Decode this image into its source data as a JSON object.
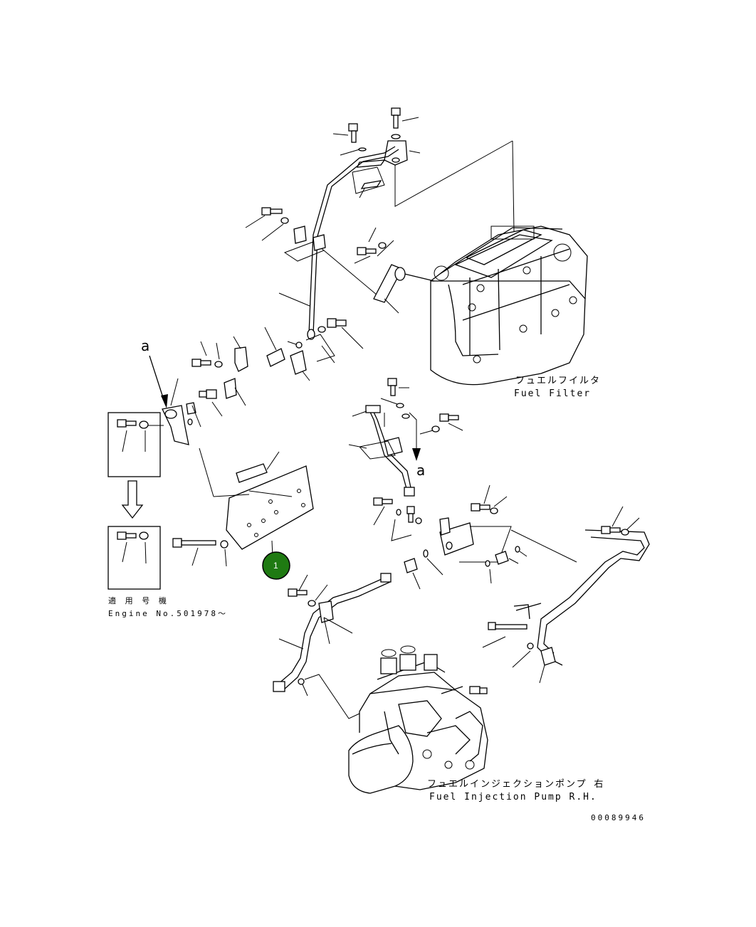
{
  "labels": {
    "fuel_filter_jp": "フュエルフイルタ",
    "fuel_filter_en": "Fuel Filter",
    "pump_jp": "フュエルインジェクションポンプ 右",
    "pump_en": "Fuel Injection Pump R.H.",
    "applicable_jp": "適 用 号 機",
    "engine_no": "Engine No.501978～",
    "ref_a_top": "a",
    "ref_a_mid": "a",
    "drawing_no": "00089946"
  },
  "callouts": [
    {
      "number": "1",
      "color": "#1f7a12"
    }
  ]
}
